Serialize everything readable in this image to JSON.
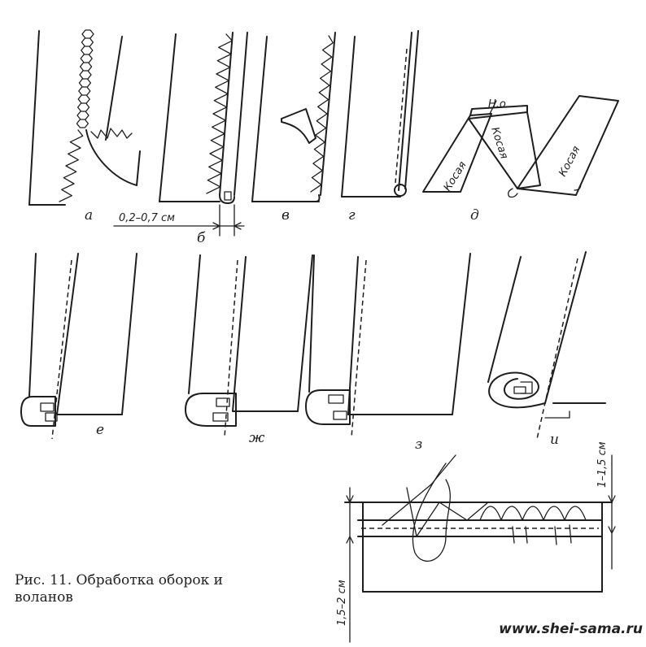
{
  "caption": {
    "line1": "Рис. 11. Обработка оборок и",
    "line2": "воланов"
  },
  "watermark": "www.shei-sama.ru",
  "labels": {
    "a": "а",
    "b": "б",
    "v": "в",
    "g": "г",
    "d": "д",
    "e": "е",
    "zh": "ж",
    "z": "з",
    "i": "и"
  },
  "dimensions": {
    "seam_width": "0,2–0,7 см",
    "hem_height": "1–1,5 см",
    "border_height": "1,5–2 см"
  },
  "bias_strips": {
    "strip_label": "Косая",
    "grain_mark": "Н.о"
  },
  "colors": {
    "ink": "#1e1e1e",
    "paper": "#ffffff"
  }
}
